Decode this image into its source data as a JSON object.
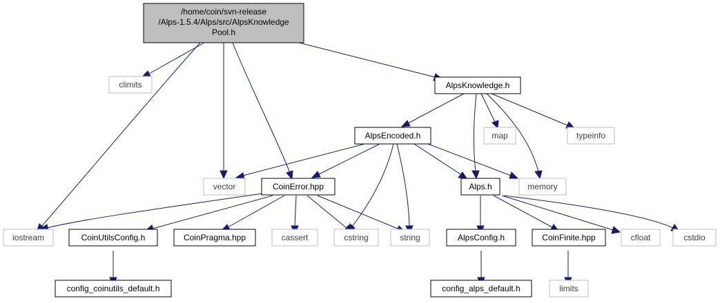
{
  "diagram": {
    "colors": {
      "edge": "#191970",
      "root_fill": "#bfbfbf",
      "node_border": "#000000",
      "system_border": "#bfbfbf"
    },
    "nodes": {
      "root": {
        "lines": [
          "/home/coin/svn-release",
          "/Alps-1.5.4/Alps/src/AlpsKnowledge",
          "Pool.h"
        ]
      },
      "climits": {
        "label": "climits"
      },
      "alpsknowledge": {
        "label": "AlpsKnowledge.h"
      },
      "alpsencoded": {
        "label": "AlpsEncoded.h"
      },
      "map": {
        "label": "map"
      },
      "typeinfo": {
        "label": "typeinfo"
      },
      "vector": {
        "label": "vector"
      },
      "coinerror": {
        "label": "CoinError.hpp"
      },
      "alps": {
        "label": "Alps.h"
      },
      "memory": {
        "label": "memory"
      },
      "iostream": {
        "label": "iostream"
      },
      "coinutilsconfig": {
        "label": "CoinUtilsConfig.h"
      },
      "coinpragma": {
        "label": "CoinPragma.hpp"
      },
      "cassert": {
        "label": "cassert"
      },
      "cstring": {
        "label": "cstring"
      },
      "string": {
        "label": "string"
      },
      "alpsconfig": {
        "label": "AlpsConfig.h"
      },
      "coinfinite": {
        "label": "CoinFinite.hpp"
      },
      "cfloat": {
        "label": "cfloat"
      },
      "cstdio": {
        "label": "cstdio"
      },
      "config_coinutils_default": {
        "label": "config_coinutils_default.h"
      },
      "config_alps_default": {
        "label": "config_alps_default.h"
      },
      "limits": {
        "label": "limits"
      }
    }
  }
}
